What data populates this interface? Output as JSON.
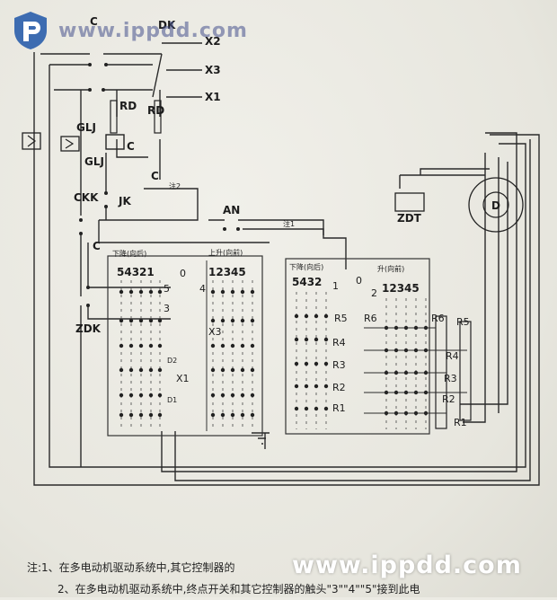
{
  "watermark": {
    "top_text": "www.ippdd.com",
    "bottom_text": "www.ippdd.com"
  },
  "labels": {
    "c_top": "C",
    "dk": "DK",
    "x2": "X2",
    "x3": "X3",
    "x1": "X1",
    "rd1": "RD",
    "rd2": "RD",
    "glj1": "GLJ",
    "glj2": "GLJ",
    "c_coil": "C",
    "c_mid": "C",
    "note2_mark": "注2",
    "ckk": "CKK",
    "jk": "JK",
    "an": "AN",
    "note1_mark": "注1",
    "c_left": "C",
    "zdk": "ZDK",
    "zdt": "ZDT",
    "motor": "D"
  },
  "controller_left": {
    "down_header": "下降(向后)",
    "down_digits": "54321",
    "up_header": "上升(向前)",
    "up_digits": "12345",
    "zero": "0",
    "n5": "5",
    "n4": "4",
    "n3": "3",
    "x3_label": "X3",
    "x1_label": "X1",
    "d1": "D1",
    "d2": "D2"
  },
  "controller_right": {
    "down_header": "下降(向后)",
    "down_digits": "5432",
    "n1": "1",
    "zero": "0",
    "n2": "2",
    "up_header": "升(向前)",
    "up_digits": "12345",
    "r5l": "R5",
    "r6l": "R6",
    "r4l": "R4",
    "r3l": "R3",
    "r2l": "R2",
    "r1l": "R1"
  },
  "resistors": {
    "r6": "R6",
    "r5": "R5",
    "r4": "R4",
    "r3": "R3",
    "r2": "R2",
    "r1": "R1"
  },
  "notes": [
    "注:1、在多电动机驱动系统中,其它控制器的",
    "2、在多电动机驱动系统中,终点开关和其它控制器的触头\"3\"\"4\"\"5\"接到此电"
  ]
}
